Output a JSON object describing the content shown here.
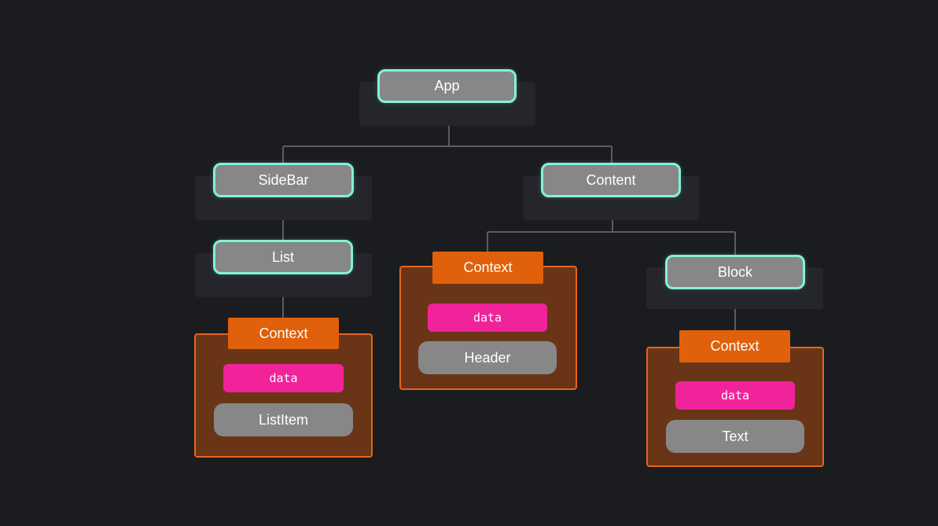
{
  "diagram": {
    "nodes": {
      "app": "App",
      "sidebar": "SideBar",
      "content": "Content",
      "list": "List",
      "block": "Block"
    },
    "contexts": {
      "list_context": {
        "label": "Context",
        "data": "data",
        "child": "ListItem"
      },
      "content_context": {
        "label": "Context",
        "data": "data",
        "child": "Header"
      },
      "block_context": {
        "label": "Context",
        "data": "data",
        "child": "Text"
      }
    },
    "edges": [
      [
        "App",
        "SideBar"
      ],
      [
        "App",
        "Content"
      ],
      [
        "SideBar",
        "List"
      ],
      [
        "List",
        "Context"
      ],
      [
        "Content",
        "Context"
      ],
      [
        "Content",
        "Block"
      ],
      [
        "Block",
        "Context"
      ]
    ]
  },
  "colors": {
    "background": "#1b1c20",
    "node_fill": "#878787",
    "node_border": "#82f2d6",
    "context_fill": "#6a3516",
    "context_border": "#e5651d",
    "context_label": "#e0600b",
    "data_pill": "#f0239a",
    "connector": "#5c5d62"
  }
}
